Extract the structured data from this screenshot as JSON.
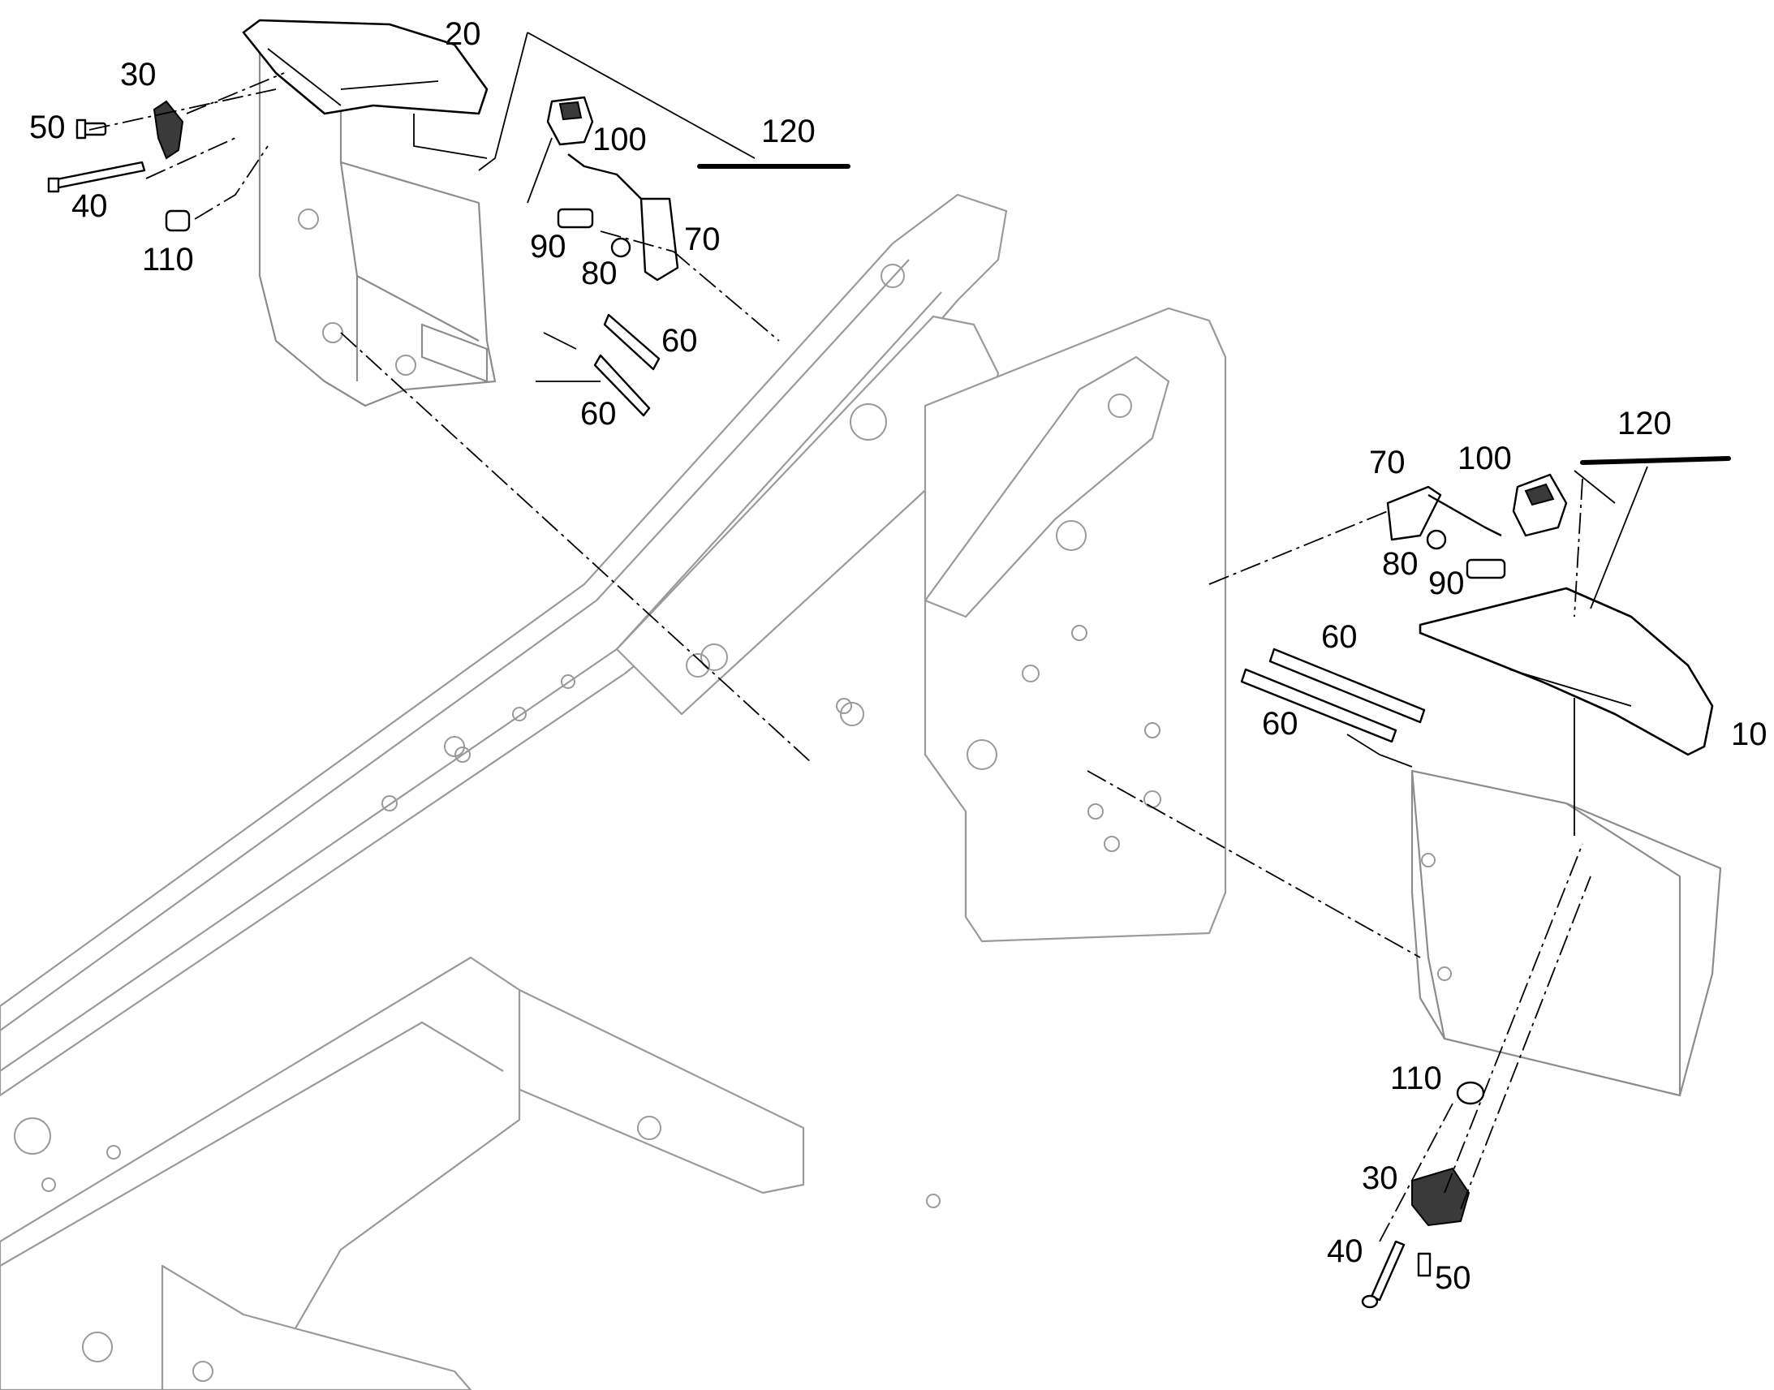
{
  "diagram": {
    "callouts": {
      "c_20": "20",
      "c_30_top": "30",
      "c_50_top": "50",
      "c_40_top": "40",
      "c_110_top": "110",
      "c_100_top": "100",
      "c_120_top": "120",
      "c_90_top": "90",
      "c_80_top": "80",
      "c_70_top": "70",
      "c_60_top_a": "60",
      "c_60_top_b": "60",
      "c_70_right": "70",
      "c_100_right": "100",
      "c_120_right": "120",
      "c_80_right": "80",
      "c_90_right": "90",
      "c_60_right_a": "60",
      "c_60_right_b": "60",
      "c_10": "10",
      "c_110_bottom": "110",
      "c_30_bottom": "30",
      "c_40_bottom": "40",
      "c_50_bottom": "50"
    }
  }
}
